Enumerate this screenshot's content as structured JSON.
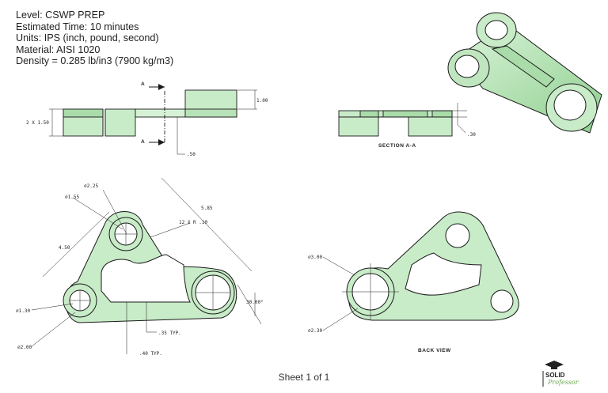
{
  "info": {
    "level": "Level: CSWP PREP",
    "time": "Estimated Time: 10 minutes",
    "units": "Units: IPS (inch, pound, second)",
    "material": "Material: AISI 1020",
    "density": "Density = 0.285 lb/in3 (7900 kg/m3)"
  },
  "front_view": {
    "height_dim": "2 X 1.50",
    "top_dim": "1.00",
    "bottom_dim": ".50",
    "section_mark_top": "A",
    "section_mark_bottom": "A"
  },
  "section_view": {
    "dim": ".30",
    "label": "SECTION A-A"
  },
  "top_view": {
    "dia_top_outer": "∅2.25",
    "dia_top_inner": "∅1.55",
    "fillet": "12 X R .10",
    "span_long": "5.85",
    "span_short": "4.50",
    "angle": "30.00°",
    "dia_left_inner": "∅1.30",
    "dia_left_outer": "∅2.00",
    "rib_typ": ".35 TYP.",
    "wall_typ": ".40 TYP."
  },
  "back_view": {
    "dia_outer": "∅3.00",
    "dia_inner": "∅2.30",
    "label": "BACK VIEW"
  },
  "footer": {
    "sheet": "Sheet 1 of 1"
  },
  "logo": {
    "line1": "SOLID",
    "line2": "Professor"
  },
  "colors": {
    "part_fill": "#c8ebc8",
    "part_dark": "#a9dca9",
    "line": "#1a1a1a"
  }
}
